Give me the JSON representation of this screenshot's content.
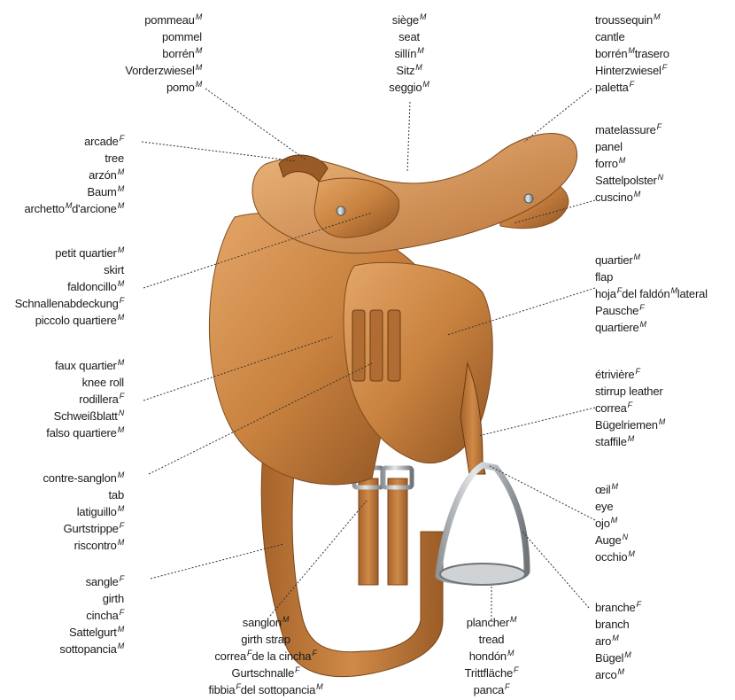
{
  "labels": {
    "pommeau": [
      {
        "t": "pommeau",
        "g": "M"
      },
      {
        "t": "pommel"
      },
      {
        "t": "borrén",
        "g": "M"
      },
      {
        "t": "Vorderzwiesel",
        "g": "M"
      },
      {
        "t": "pomo",
        "g": "M"
      }
    ],
    "siege": [
      {
        "t": "siège",
        "g": "M"
      },
      {
        "t": "seat"
      },
      {
        "t": "sillín",
        "g": "M"
      },
      {
        "t": "Sitz",
        "g": "M"
      },
      {
        "t": "seggio",
        "g": "M"
      }
    ],
    "troussequin": [
      {
        "t": "troussequin",
        "g": "M"
      },
      {
        "t": "cantle"
      },
      {
        "t": "borrén",
        "g": "M",
        "t2": "trasero"
      },
      {
        "t": "Hinterzwiesel",
        "g": "F"
      },
      {
        "t": "paletta",
        "g": "F"
      }
    ],
    "arcade": [
      {
        "t": "arcade",
        "g": "F"
      },
      {
        "t": "tree"
      },
      {
        "t": "arzón",
        "g": "M"
      },
      {
        "t": "Baum",
        "g": "M"
      },
      {
        "t": "archetto",
        "g": "M",
        "t2": "d'arcione",
        "g2": "M"
      }
    ],
    "matelassure": [
      {
        "t": "matelassure",
        "g": "F"
      },
      {
        "t": "panel"
      },
      {
        "t": "forro",
        "g": "M"
      },
      {
        "t": "Sattelpolster",
        "g": "N"
      },
      {
        "t": "cuscino",
        "g": "M"
      }
    ],
    "petit_quartier": [
      {
        "t": "petit quartier",
        "g": "M"
      },
      {
        "t": "skirt"
      },
      {
        "t": "faldoncillo",
        "g": "M"
      },
      {
        "t": "Schnallenabdeckung",
        "g": "F"
      },
      {
        "t": "piccolo quartiere",
        "g": "M"
      }
    ],
    "quartier": [
      {
        "t": "quartier",
        "g": "M"
      },
      {
        "t": "flap"
      },
      {
        "t": "hoja",
        "g": "F",
        "t2": "del faldón",
        "g2": "M",
        "t3": "lateral"
      },
      {
        "t": "Pausche",
        "g": "F"
      },
      {
        "t": "quartiere",
        "g": "M"
      }
    ],
    "faux_quartier": [
      {
        "t": "faux quartier",
        "g": "M"
      },
      {
        "t": "knee roll"
      },
      {
        "t": "rodillera",
        "g": "F"
      },
      {
        "t": "Schweißblatt",
        "g": "N"
      },
      {
        "t": "falso quartiere",
        "g": "M"
      }
    ],
    "etriviere": [
      {
        "t": "étrivière",
        "g": "F"
      },
      {
        "t": "stirrup leather"
      },
      {
        "t": "correa",
        "g": "F"
      },
      {
        "t": "Bügelriemen",
        "g": "M"
      },
      {
        "t": "staffile",
        "g": "M"
      }
    ],
    "contre_sanglon": [
      {
        "t": "contre-sanglon",
        "g": "M"
      },
      {
        "t": "tab"
      },
      {
        "t": "latiguillo",
        "g": "M"
      },
      {
        "t": "Gurtstrippe",
        "g": "F"
      },
      {
        "t": "riscontro",
        "g": "M"
      }
    ],
    "oeil": [
      {
        "t": "œil",
        "g": "M"
      },
      {
        "t": "eye"
      },
      {
        "t": "ojo",
        "g": "M"
      },
      {
        "t": "Auge",
        "g": "N"
      },
      {
        "t": "occhio",
        "g": "M"
      }
    ],
    "sangle": [
      {
        "t": "sangle",
        "g": "F"
      },
      {
        "t": "girth"
      },
      {
        "t": "cincha",
        "g": "F"
      },
      {
        "t": "Sattelgurt",
        "g": "M"
      },
      {
        "t": "sottopancia",
        "g": "M"
      }
    ],
    "branche": [
      {
        "t": "branche",
        "g": "F"
      },
      {
        "t": "branch"
      },
      {
        "t": "aro",
        "g": "M"
      },
      {
        "t": "Bügel",
        "g": "M"
      },
      {
        "t": "arco",
        "g": "M"
      }
    ],
    "sanglon": [
      {
        "t": "sanglon",
        "g": "M"
      },
      {
        "t": "girth strap"
      },
      {
        "t": "correa",
        "g": "F",
        "t2": "de la cincha",
        "g2": "F"
      },
      {
        "t": "Gurtschnalle",
        "g": "F"
      },
      {
        "t": "fibbia",
        "g": "F",
        "t2": "del sottopancia",
        "g2": "M"
      }
    ],
    "plancher": [
      {
        "t": "plancher",
        "g": "M"
      },
      {
        "t": "tread"
      },
      {
        "t": "hondón",
        "g": "M"
      },
      {
        "t": "Trittfläche",
        "g": "F"
      },
      {
        "t": "panca",
        "g": "F"
      }
    ]
  }
}
